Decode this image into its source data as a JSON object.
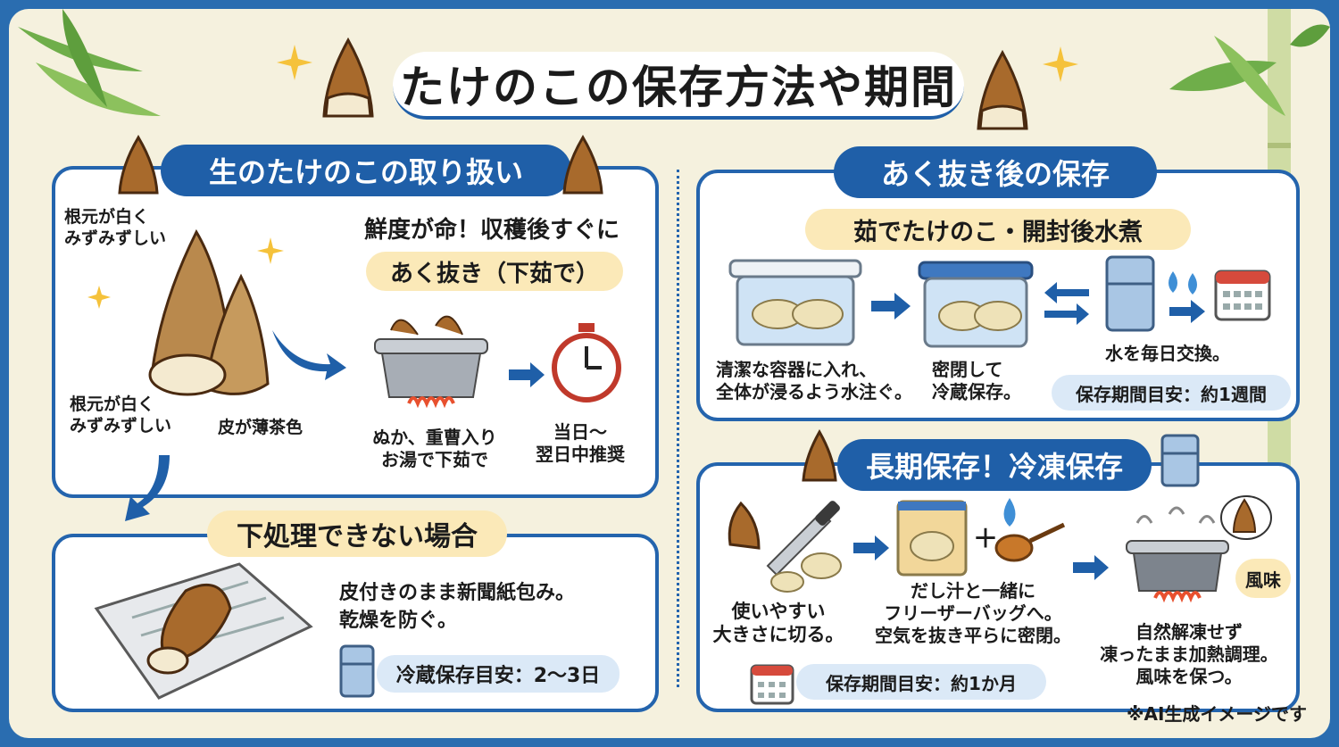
{
  "title": "たけのこの保存方法や期間",
  "raw": {
    "header": "生のたけのこの取り扱い",
    "root_label_1": [
      "根元が白く",
      "みずみずしい"
    ],
    "root_label_2": [
      "根元が白く",
      "みずみずしい"
    ],
    "skin_label": "皮が薄茶色",
    "freshness": [
      "鮮度が命！収穫後すぐに",
      "あく抜き（下茹で）"
    ],
    "boil_caption": [
      "ぬか、重曹入り",
      "お湯で下茹で"
    ],
    "timing_caption": [
      "当日〜",
      "翌日中推奨"
    ]
  },
  "unprocessed": {
    "header": "下処理できない場合",
    "desc": [
      "皮付きのまま新聞紙包み。",
      "乾燥を防ぐ。"
    ],
    "badge": "冷蔵保存目安：2〜3日"
  },
  "after": {
    "header": "あく抜き後の保存",
    "subheader": "茹でたけのこ・開封後水煮",
    "step1": [
      "清潔な容器に入れ、",
      "全体が浸るよう水注ぐ。"
    ],
    "step2": [
      "密閉して",
      "冷蔵保存。"
    ],
    "step3": "水を毎日交換。",
    "badge": "保存期間目安：約1週間"
  },
  "freeze": {
    "header": "長期保存！冷凍保存",
    "step1": [
      "使いやすい",
      "大きさに切る。"
    ],
    "step2": [
      "だし汁と一緒に",
      "フリーザーバッグへ。",
      "空気を抜き平らに密閉。"
    ],
    "step3": [
      "自然解凍せず",
      "凍ったまま加熱調理。",
      "風味を保つ。"
    ],
    "flavor_badge": "風味",
    "badge": "保存期間目安：約1か月"
  },
  "footnote": "※AI生成イメージです",
  "colors": {
    "frame": "#2a6db0",
    "background": "#f5f1de",
    "accent_blue": "#1f5fa8",
    "accent_yellow": "#fbe9b8",
    "light_blue": "#dbe9f7"
  },
  "icons": [
    "bamboo-leaf-icon",
    "bamboo-shoot-icon",
    "sparkle-icon",
    "pot-icon",
    "stopwatch-icon",
    "container-icon",
    "fridge-icon",
    "calendar-icon",
    "water-drop-icon",
    "knife-icon",
    "freezer-bag-icon",
    "spoon-icon",
    "newspaper-icon",
    "arrow-icon"
  ]
}
